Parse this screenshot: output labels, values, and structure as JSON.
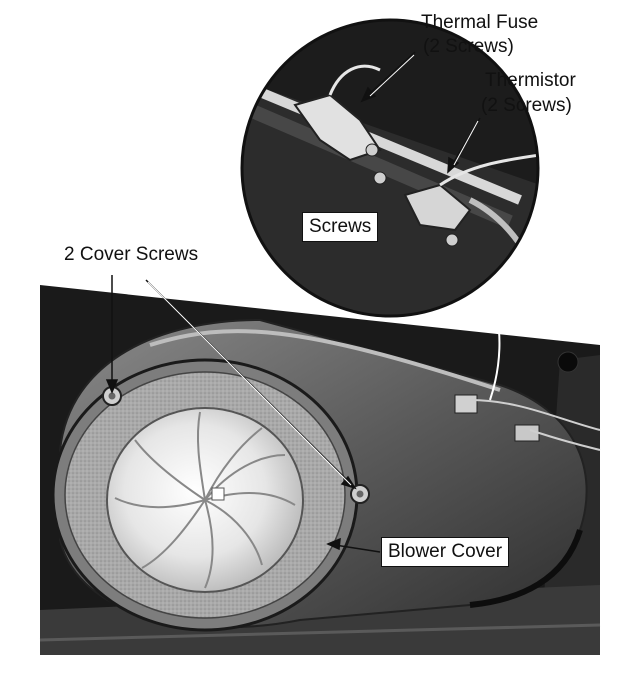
{
  "labels": {
    "thermal_fuse": "Thermal Fuse",
    "thermal_fuse_screws": "(2 Screws)",
    "thermistor": "Thermistor",
    "thermistor_screws": "(2 Screws)",
    "screws": "Screws",
    "cover_screws": "2 Cover Screws",
    "blower_cover": "Blower Cover"
  },
  "colors": {
    "photo_dark": "#1a1a1a",
    "housing_mid": "#6b6b6b",
    "foam_gasket": "#a8a8a8",
    "fan_light": "#e8e8e8"
  }
}
